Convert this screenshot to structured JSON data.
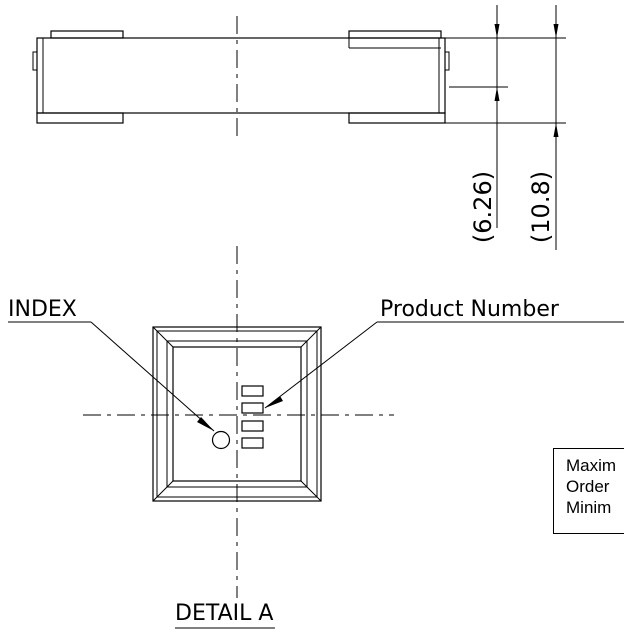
{
  "dimensions": {
    "dim1": "(6.26)",
    "dim2": "(10.8)"
  },
  "labels": {
    "index": "INDEX",
    "product_number": "Product Number",
    "detail": "DETAIL A"
  },
  "note": {
    "lines": [
      "Maxim",
      "Order",
      "Minim"
    ]
  }
}
